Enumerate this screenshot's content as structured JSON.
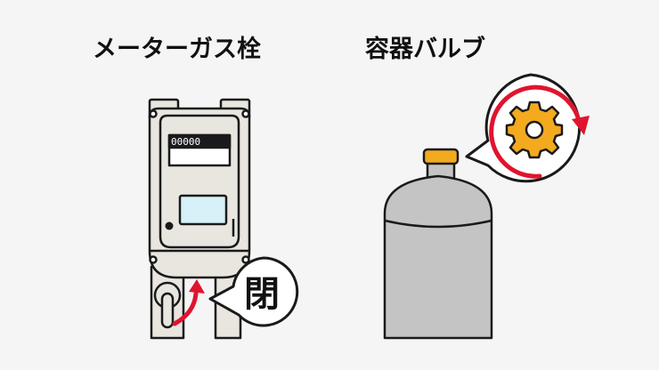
{
  "labels": {
    "meter_cock": "メーターガス栓",
    "container_valve": "容器バルブ"
  },
  "meter": {
    "counter_digits": "00000",
    "bubble_text": "閉"
  },
  "colors": {
    "background": "#f5f5f5",
    "outline": "#1a1a1a",
    "meter_body": "#e8e6df",
    "meter_window": "#d6f1f7",
    "arrow_red": "#e0142f",
    "cylinder_gray": "#c4c4c4",
    "valve_orange": "#f2ab1f",
    "gear_orange": "#f3aa1f"
  },
  "icons": {
    "meter": "gas-meter-icon",
    "cock_handle": "gas-cock-handle-icon",
    "cylinder": "gas-cylinder-icon",
    "valve_gear": "gear-icon",
    "rotation_arrow": "rotation-arrow-icon"
  }
}
